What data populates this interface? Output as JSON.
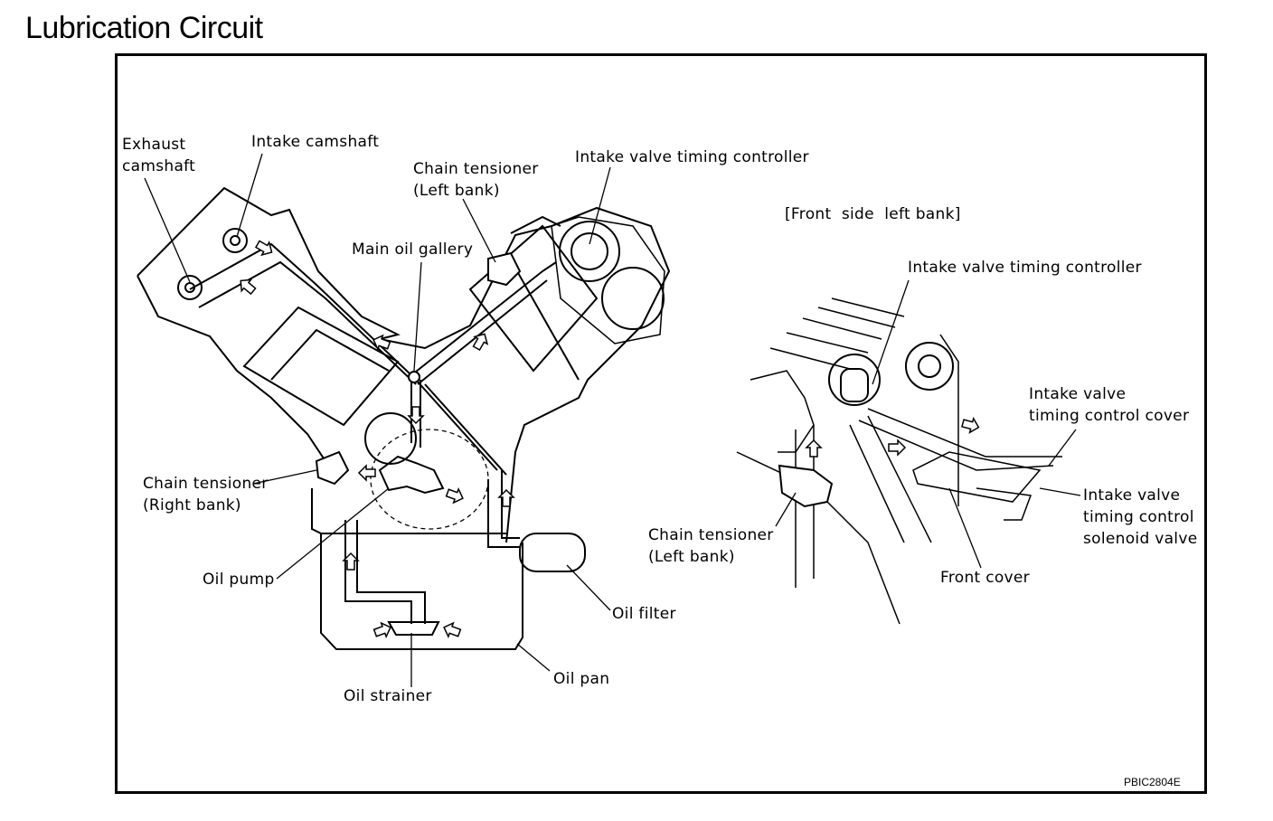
{
  "title": "Lubrication Circuit",
  "figure_code": "PBIC2804E",
  "main_view": {
    "labels": {
      "exhaust_camshaft": "Exhaust\ncamshaft",
      "intake_camshaft": "Intake camshaft",
      "chain_tensioner_left": "Chain tensioner\n(Left bank)",
      "intake_valve_timing_controller": "Intake valve timing controller",
      "main_oil_gallery": "Main oil gallery",
      "chain_tensioner_right": "Chain tensioner\n(Right bank)",
      "oil_pump": "Oil pump",
      "oil_filter": "Oil filter",
      "oil_pan": "Oil pan",
      "oil_strainer": "Oil strainer"
    }
  },
  "detail_view": {
    "caption": "[Front  side  left bank]",
    "labels": {
      "intake_valve_timing_controller": "Intake valve timing controller",
      "intake_valve_timing_control_cover": "Intake valve\ntiming control cover",
      "intake_valve_timing_control_solenoid_valve": "Intake valve\ntiming control\nsolenoid valve",
      "chain_tensioner_left": "Chain tensioner\n(Left bank)",
      "front_cover": "Front cover"
    }
  }
}
